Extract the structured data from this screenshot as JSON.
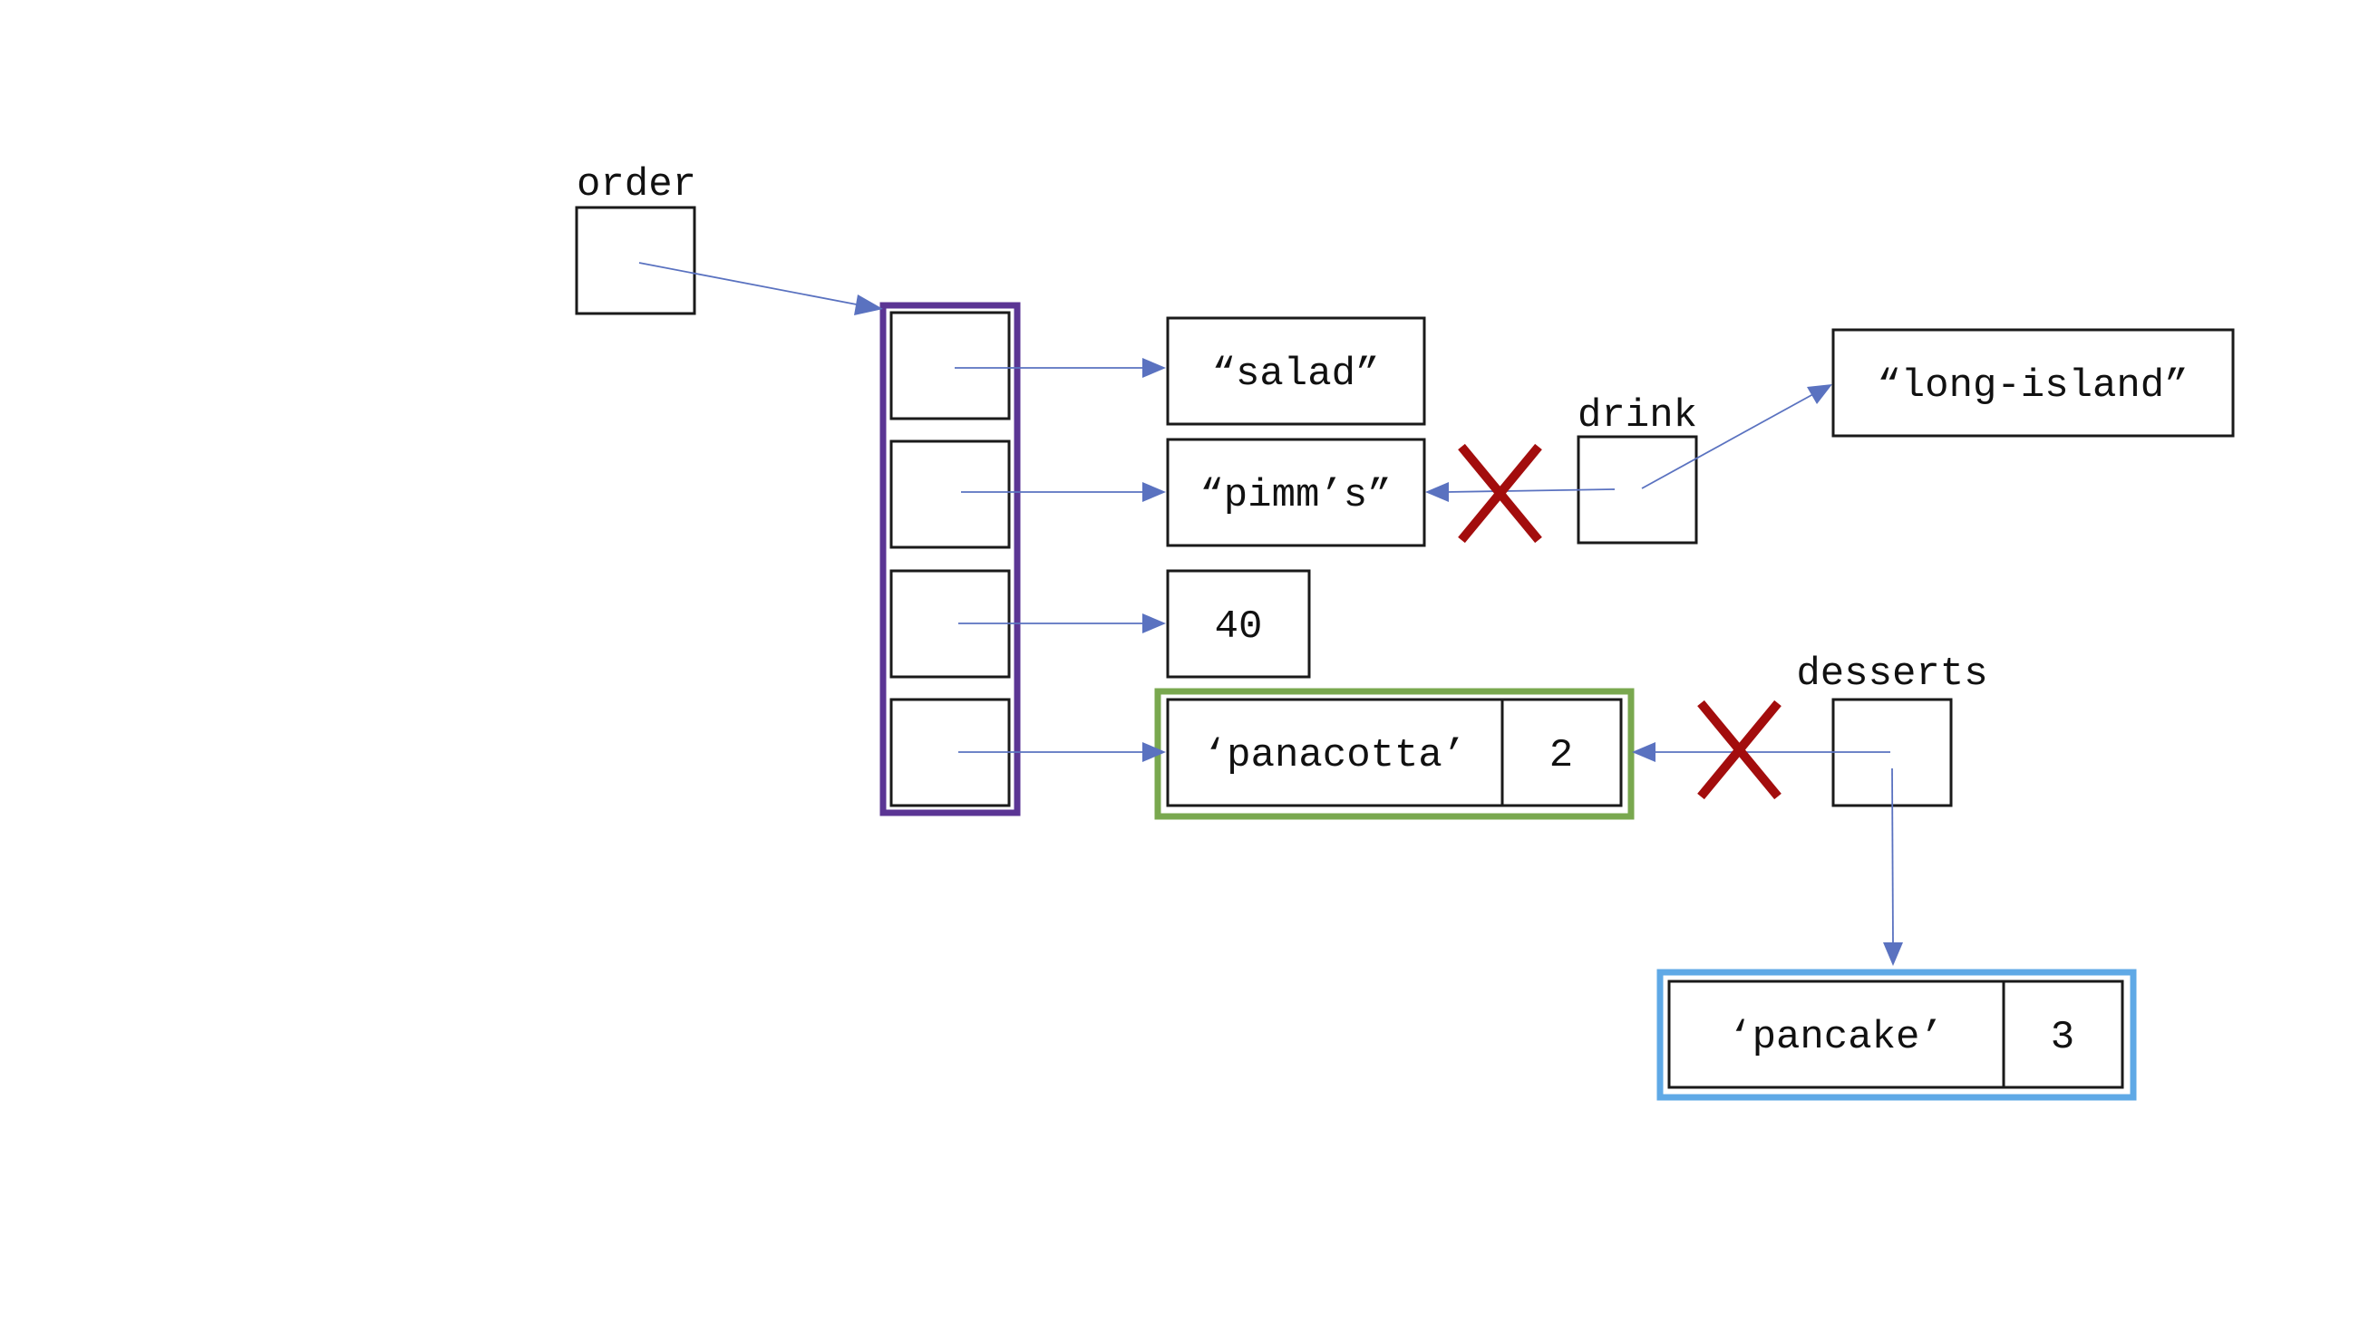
{
  "variables": {
    "order": "order",
    "drink": "drink",
    "desserts": "desserts"
  },
  "values": {
    "salad": "“salad”",
    "pimms": "“pimm’s”",
    "number": "40",
    "long_island": "“long-island”"
  },
  "tuples": {
    "panacotta": {
      "name": "‘panacotta’",
      "count": "2"
    },
    "pancake": {
      "name": "‘pancake’",
      "count": "3"
    }
  },
  "colors": {
    "list_border": "#5b3594",
    "panacotta_border": "#79a84f",
    "pancake_border": "#5fa9e6",
    "arrow": "#5a72c0",
    "cross": "#a30d0d"
  }
}
